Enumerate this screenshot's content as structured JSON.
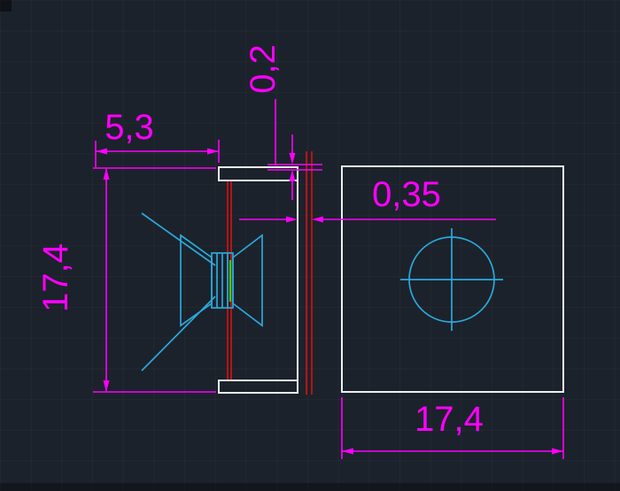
{
  "viewport": {
    "background": "#1c222b",
    "grid_visible": true
  },
  "colors": {
    "dimension_magenta": "#ff00ff",
    "outline_white": "#eef0f2",
    "part_cyan": "#2aa9dc",
    "accent_red": "#dd1010",
    "accent_green": "#1ae01a"
  },
  "dimensions": {
    "top_width": "5,3",
    "top_thickness": "0,2",
    "side_height": "17,4",
    "face_gap": "0,35",
    "face_width": "17,4"
  }
}
